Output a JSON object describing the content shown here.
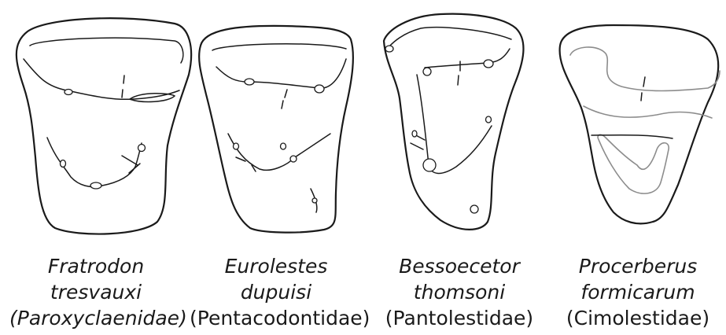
{
  "specimens": [
    {
      "genus": "Fratrodon",
      "species": "tresvauxi",
      "family": "(Paroxyclaenidae)",
      "family_italic": true
    },
    {
      "genus": "Eurolestes",
      "species": "dupuisi",
      "family": "(Pentacodontidae)",
      "family_italic": false
    },
    {
      "genus": "Bessoecetor",
      "species": "thomsoni",
      "family": "(Pantolestidae)",
      "family_italic": false
    },
    {
      "genus": "Procerberus",
      "species": "formicarum",
      "family": "(Cimolestidae)",
      "family_italic": false
    }
  ]
}
